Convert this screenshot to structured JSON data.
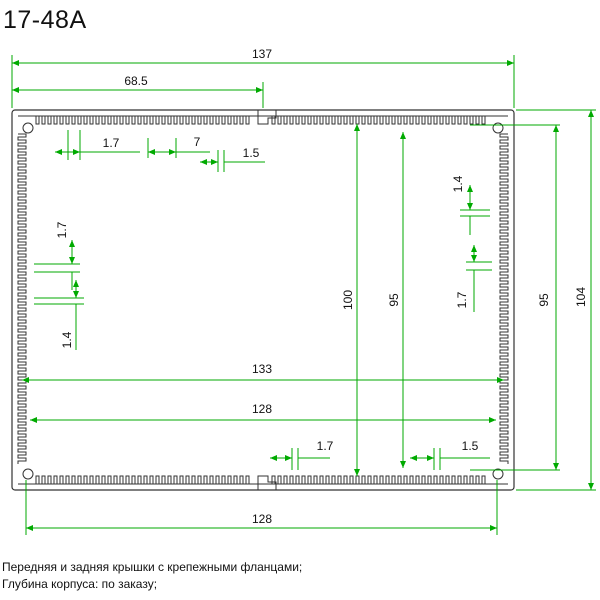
{
  "title": "17-48A",
  "colors": {
    "dimension": "#00aa00",
    "outline": "#333333"
  },
  "dimensions": {
    "overall_width": "137",
    "half_width": "68.5",
    "inner_width": "133",
    "width_128_inner": "128",
    "width_128_bottom": "128",
    "height_100": "100",
    "height_95_inner": "95",
    "height_95_outer": "95",
    "height_104": "104",
    "fin_pitch": "1.7",
    "fin_gap": "7",
    "fin_width": "1.5",
    "left_fin_pitch": "1.7",
    "left_fin_width": "1.4",
    "right_fin_width": "1.4",
    "right_fin_pitch": "1.7",
    "bottom_fin_pitch": "1.7",
    "bottom_fin_width": "1.5"
  },
  "notes": [
    "Передняя и задняя крышки с крепежными фланцами;",
    "Глубина корпуса: по заказу;"
  ]
}
